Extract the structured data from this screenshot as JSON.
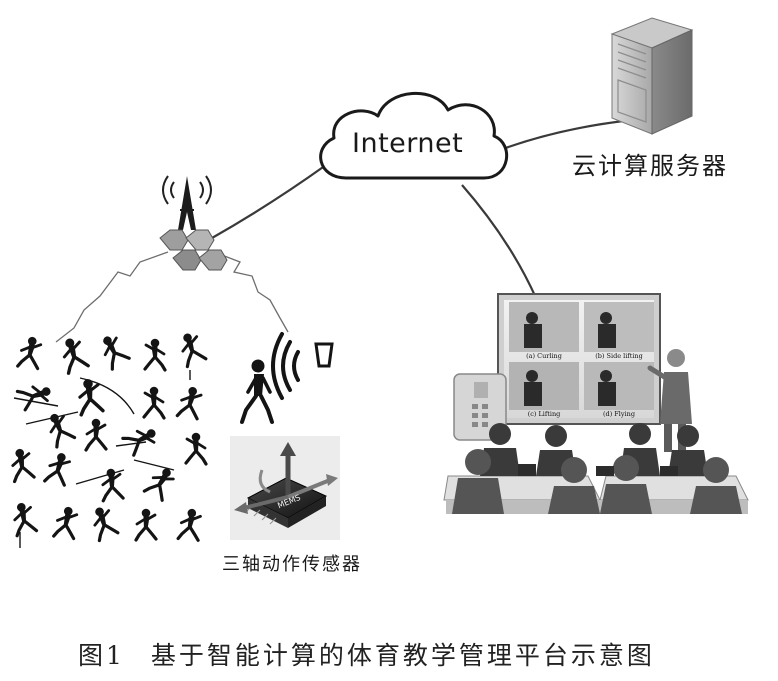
{
  "diagram": {
    "internet_label": "Internet",
    "cloud_server_label": "云计算服务器",
    "sensor_label": "三轴动作传感器",
    "mems_chip_text": "MEMS",
    "slide_captions": [
      "(a) Curling",
      "(b) Side lifting",
      "(c) Lifting",
      "(d) Flying"
    ],
    "caption": {
      "figure_number": "图1",
      "title": "基于智能计算的体育教学管理平台示意图"
    }
  },
  "colors": {
    "line": "#3a3a3a",
    "silhouette": "#141414",
    "server": "#9a9a9a",
    "cloud_stroke": "#1a1a1a"
  }
}
